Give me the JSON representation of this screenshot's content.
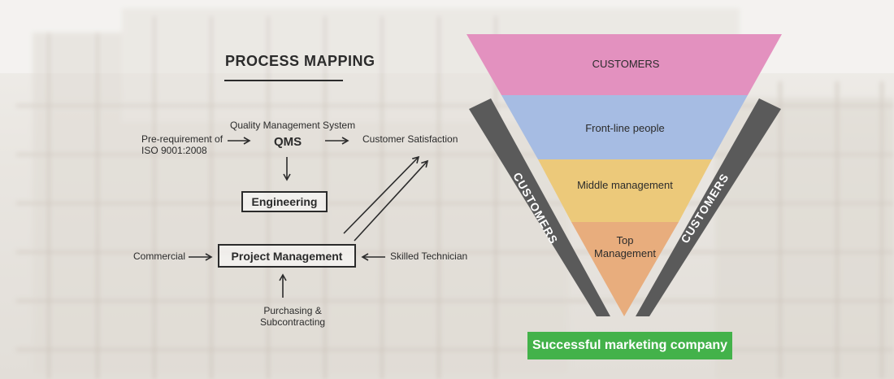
{
  "process_mapping": {
    "title": "PROCESS MAPPING",
    "prereq_line1": "Pre-requirement of",
    "prereq_line2": "ISO 9001:2008",
    "qms_caption": "Quality Management System",
    "qms": "QMS",
    "customer_satisfaction": "Customer Satisfaction",
    "engineering": "Engineering",
    "commercial": "Commercial",
    "project_management": "Project Management",
    "skilled_technician": "Skilled Technician",
    "purchasing_line1": "Purchasing &",
    "purchasing_line2": "Subcontracting"
  },
  "funnel": {
    "tiers": [
      {
        "label_line1": "CUSTOMERS",
        "label_line2": "",
        "color": "#e391bf"
      },
      {
        "label_line1": "Front-line people",
        "label_line2": "",
        "color": "#a6bce3"
      },
      {
        "label_line1": "Middle management",
        "label_line2": "",
        "color": "#ecc97a"
      },
      {
        "label_line1": "Top",
        "label_line2": "Management",
        "color": "#e8ad7d"
      }
    ],
    "side_left": "CUSTOMERS",
    "side_right": "CUSTOMERS",
    "side_color": "#5a5a5a"
  },
  "footer_button": "Successful marketing company",
  "colors": {
    "accent_green": "#43b24a",
    "ink": "#2b2b2b"
  }
}
